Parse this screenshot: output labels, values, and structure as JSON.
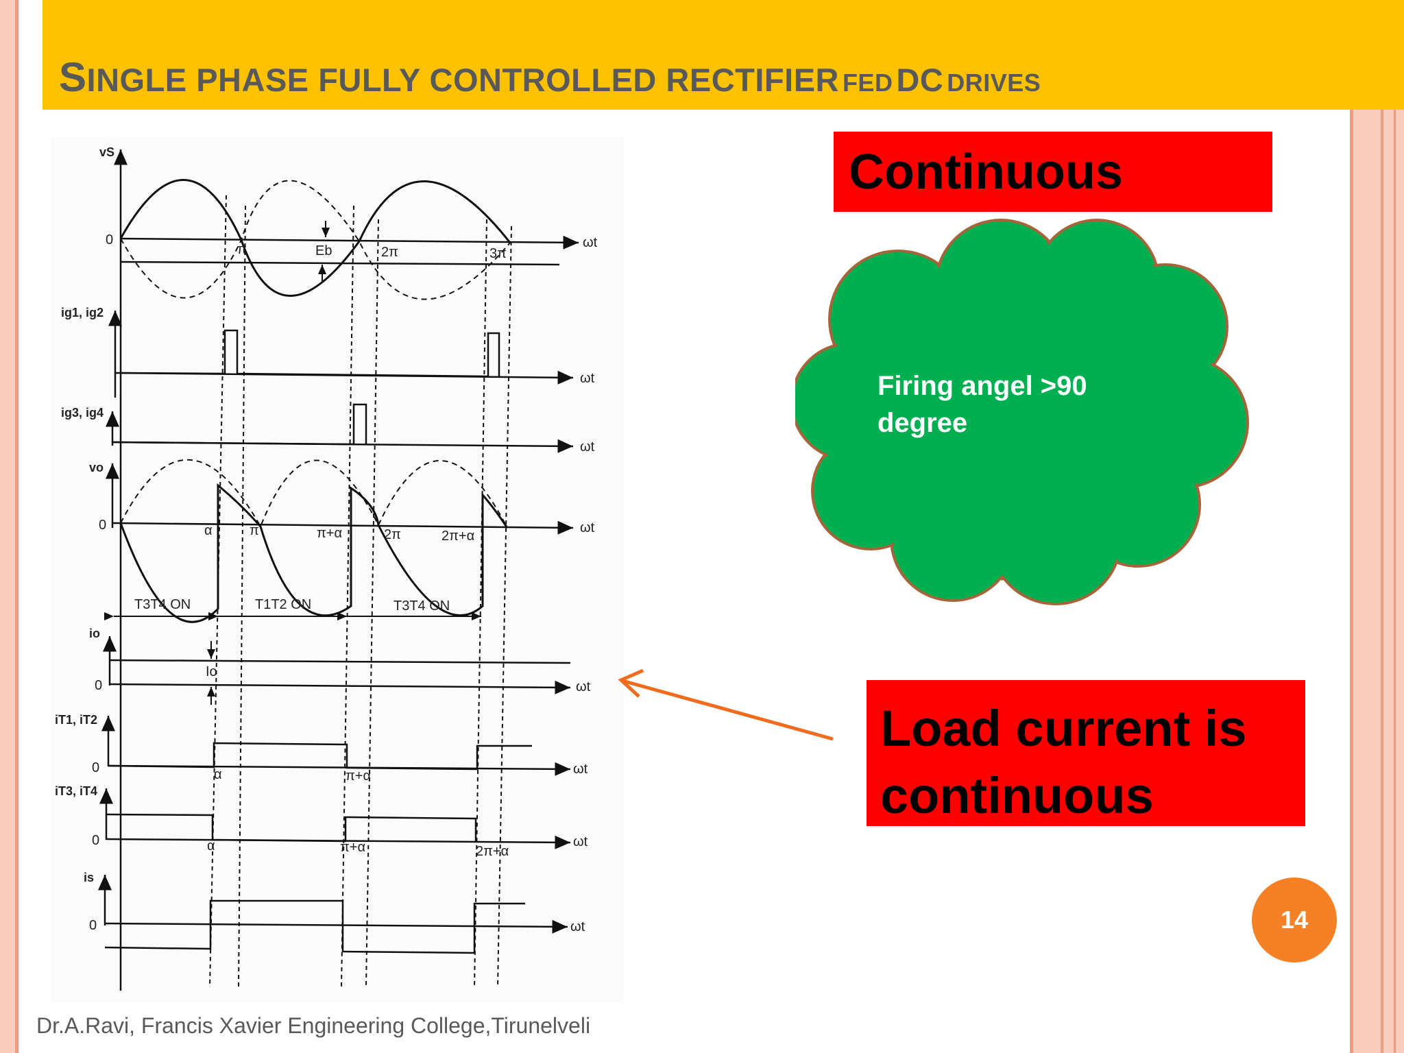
{
  "slide": {
    "title": {
      "cap": "S",
      "part1": "INGLE PHASE FULLY CONTROLLED RECTIFIER",
      "part2": "FED",
      "part3": "DC",
      "part4": "DRIVES"
    },
    "callout_top": "Continuous",
    "cloud_text": "Firing angel >90 degree",
    "callout_bottom": " Load current is\ncontinuous",
    "page_number": "14",
    "footer": "Dr.A.Ravi, Francis Xavier Engineering College,Tirunelveli"
  },
  "colors": {
    "title_bar": "#fcc200",
    "title_text": "#595959",
    "callout_red": "#fe0000",
    "cloud_green": "#00b050",
    "cloud_outline": "#a5643a",
    "arrow": "#f06c1c",
    "page_badge": "#f58025"
  },
  "diagram": {
    "axis_labels": {
      "vs": "vS",
      "ig12": "ig1, ig2",
      "ig34": "ig3, ig4",
      "vo": "vo",
      "io": "io",
      "iT12": "iT1, iT2",
      "iT34": "iT3, iT4",
      "is": "is"
    },
    "zero": "0",
    "omega_t": "ωt",
    "ticks_vs": [
      "π",
      "2π",
      "3π"
    ],
    "eb": "Eb",
    "ticks_vo": [
      "α",
      "π",
      "π+α",
      "2π",
      "2π+α"
    ],
    "conduction": [
      "T3T4 ON",
      "T1T2 ON",
      "T3T4 ON"
    ],
    "io_mark": "Io",
    "ticks_iT12": [
      "α",
      "π+α"
    ],
    "ticks_iT34": [
      "α",
      "π+α",
      "2π+α"
    ]
  },
  "icons": {
    "cloud": "cloud-callout-shape",
    "arrow": "arrow-left-pointer"
  }
}
